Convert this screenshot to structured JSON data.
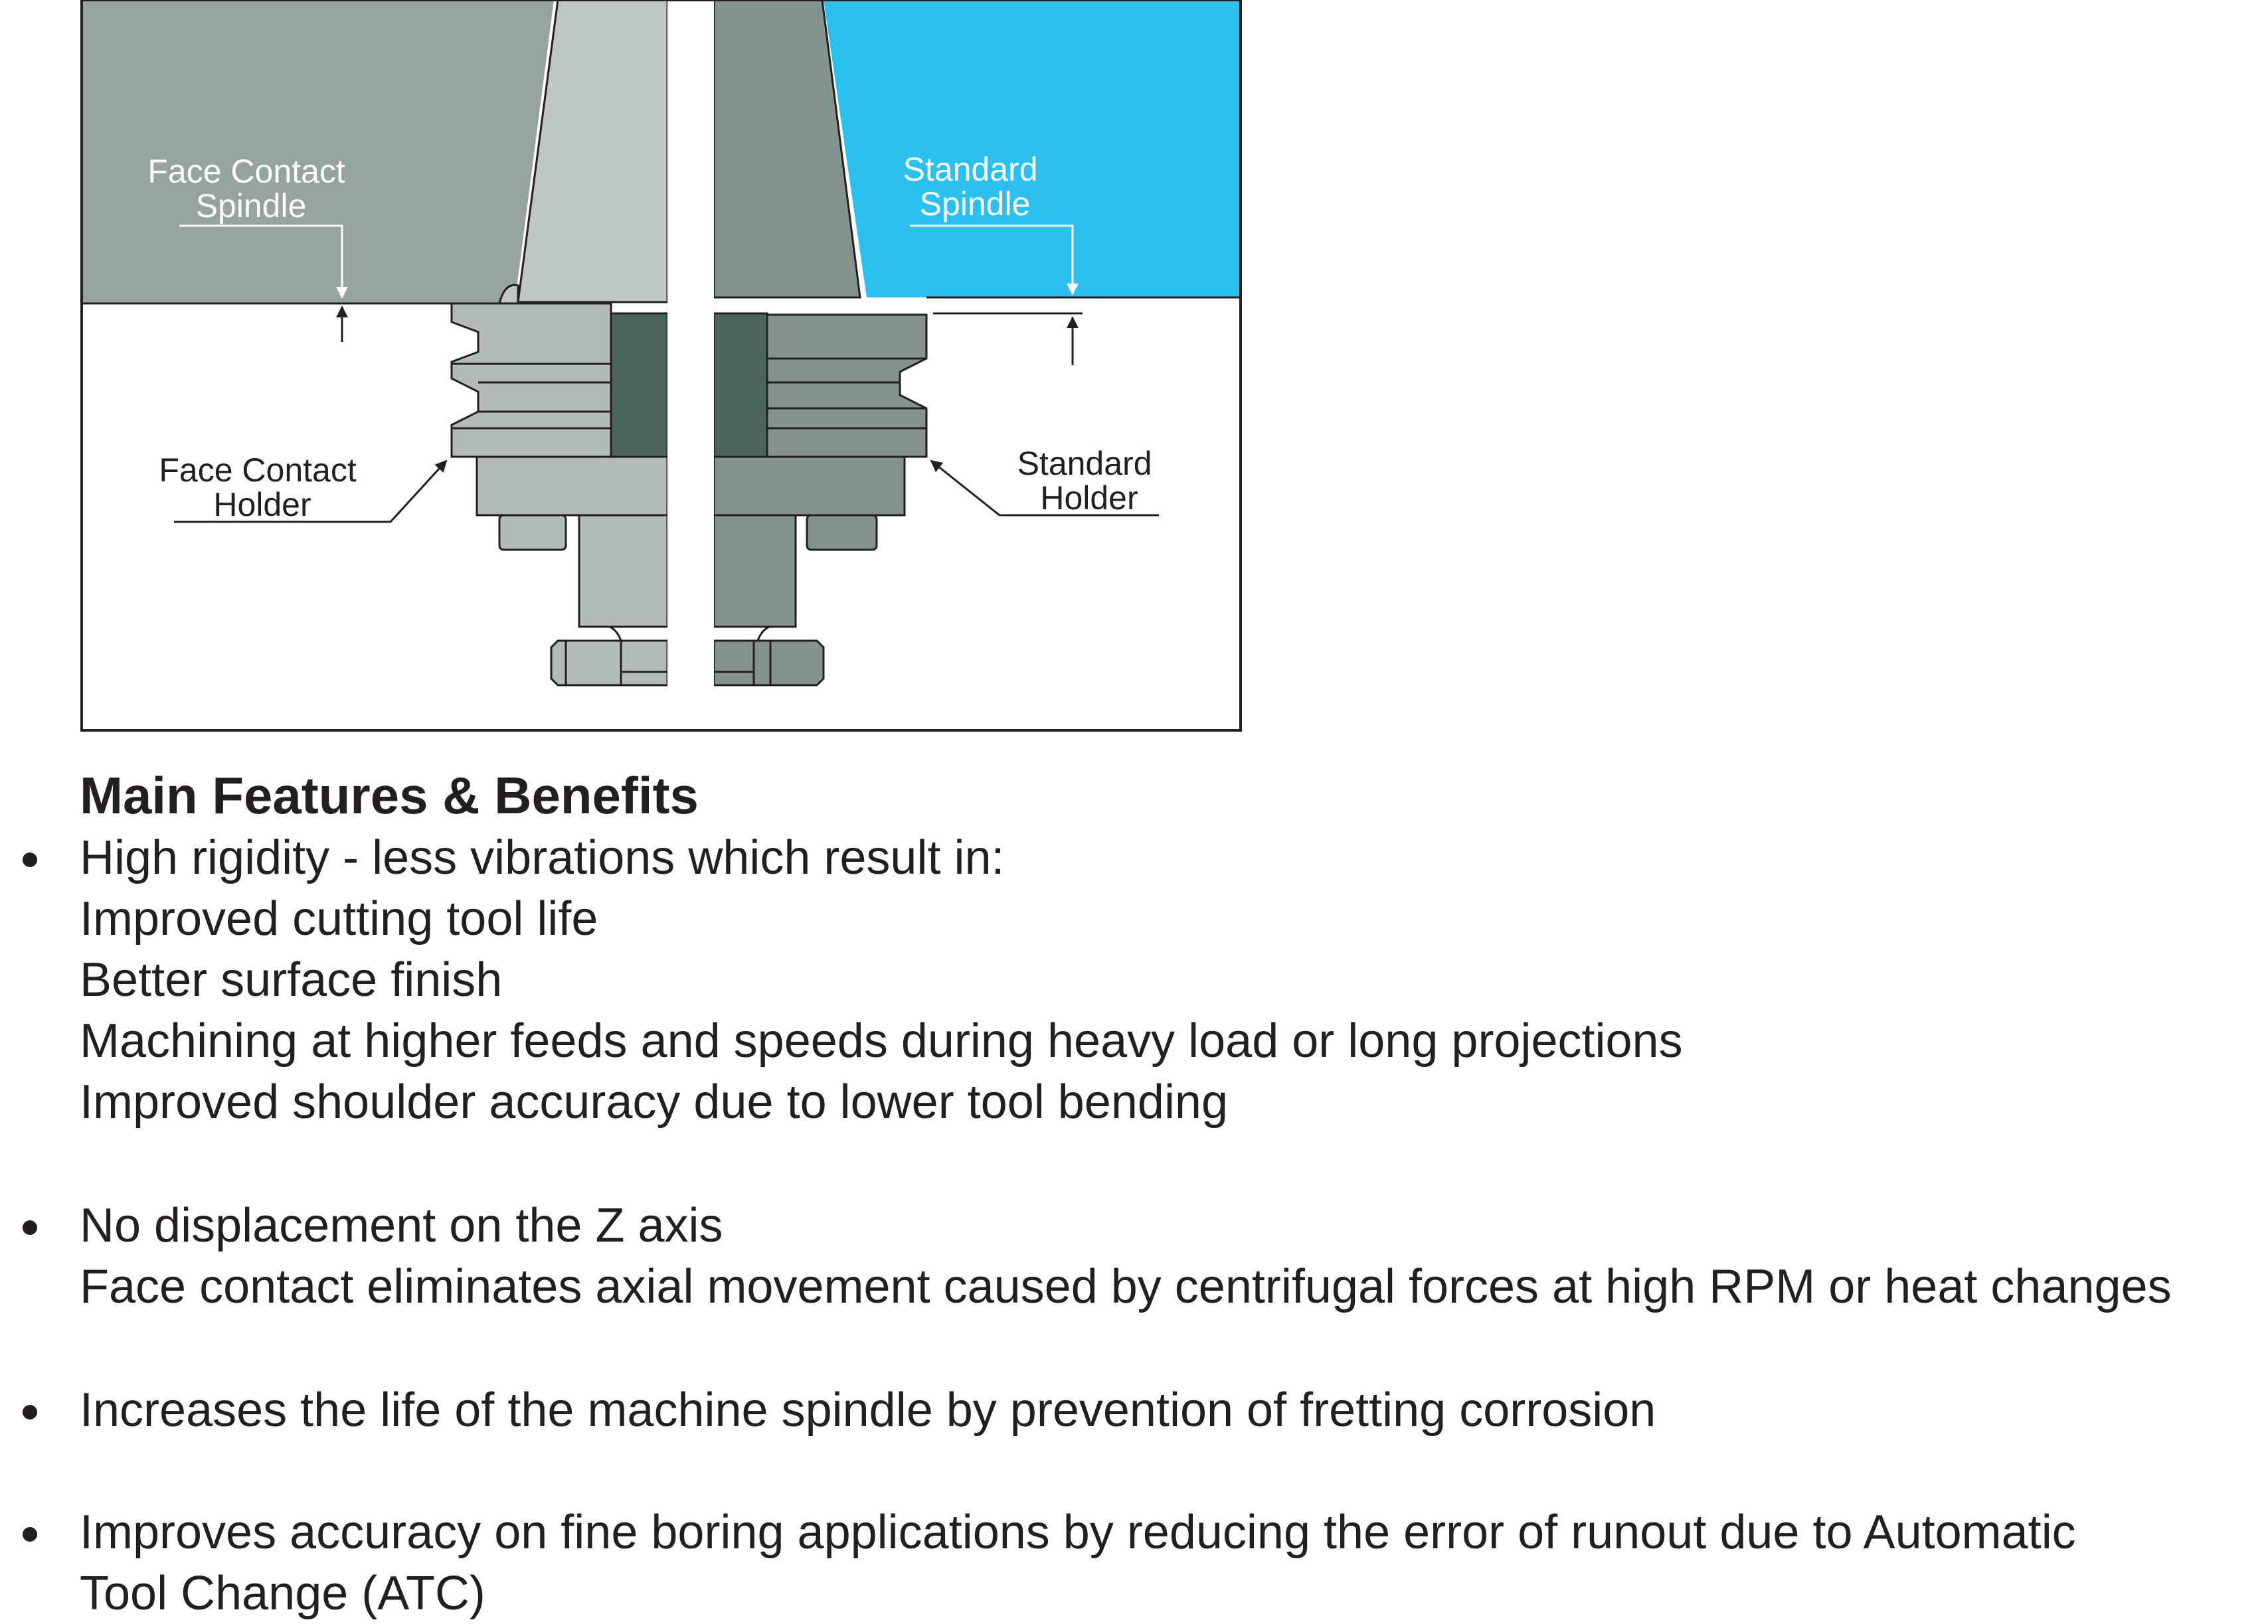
{
  "diagram": {
    "labels": {
      "face_contact_spindle": [
        "Face Contact",
        "Spindle"
      ],
      "standard_spindle": [
        "Standard",
        "Spindle"
      ],
      "face_contact_holder": [
        "Face Contact",
        "Holder"
      ],
      "standard_holder": [
        "Standard",
        "Holder"
      ]
    },
    "colors": {
      "face_contact_spindle": "#97a39e",
      "standard_spindle": "#2cc0ef",
      "holder_body": "#b3bcb8",
      "holder_light": "#c4cbc8",
      "holder_dark": "#85938e",
      "drive_key": "#4c645c",
      "outline": "#231f20"
    }
  },
  "features": {
    "heading": "Main Features & Benefits",
    "bullets": [
      {
        "lines": [
          "High rigidity - less vibrations which result in:",
          "Improved cutting tool life",
          "Better surface finish",
          "Machining at higher feeds and speeds during heavy load or long projections",
          "Improved shoulder accuracy due to lower tool bending"
        ]
      },
      {
        "lines": [
          "No displacement on the Z axis",
          "Face contact eliminates axial movement caused by centrifugal forces at high RPM or heat changes"
        ]
      },
      {
        "lines": [
          "Increases the life of the machine spindle by prevention of fretting corrosion"
        ]
      },
      {
        "lines": [
          "Improves accuracy on fine boring applications by reducing the error of runout due to Automatic",
          "Tool Change (ATC)"
        ]
      }
    ]
  }
}
